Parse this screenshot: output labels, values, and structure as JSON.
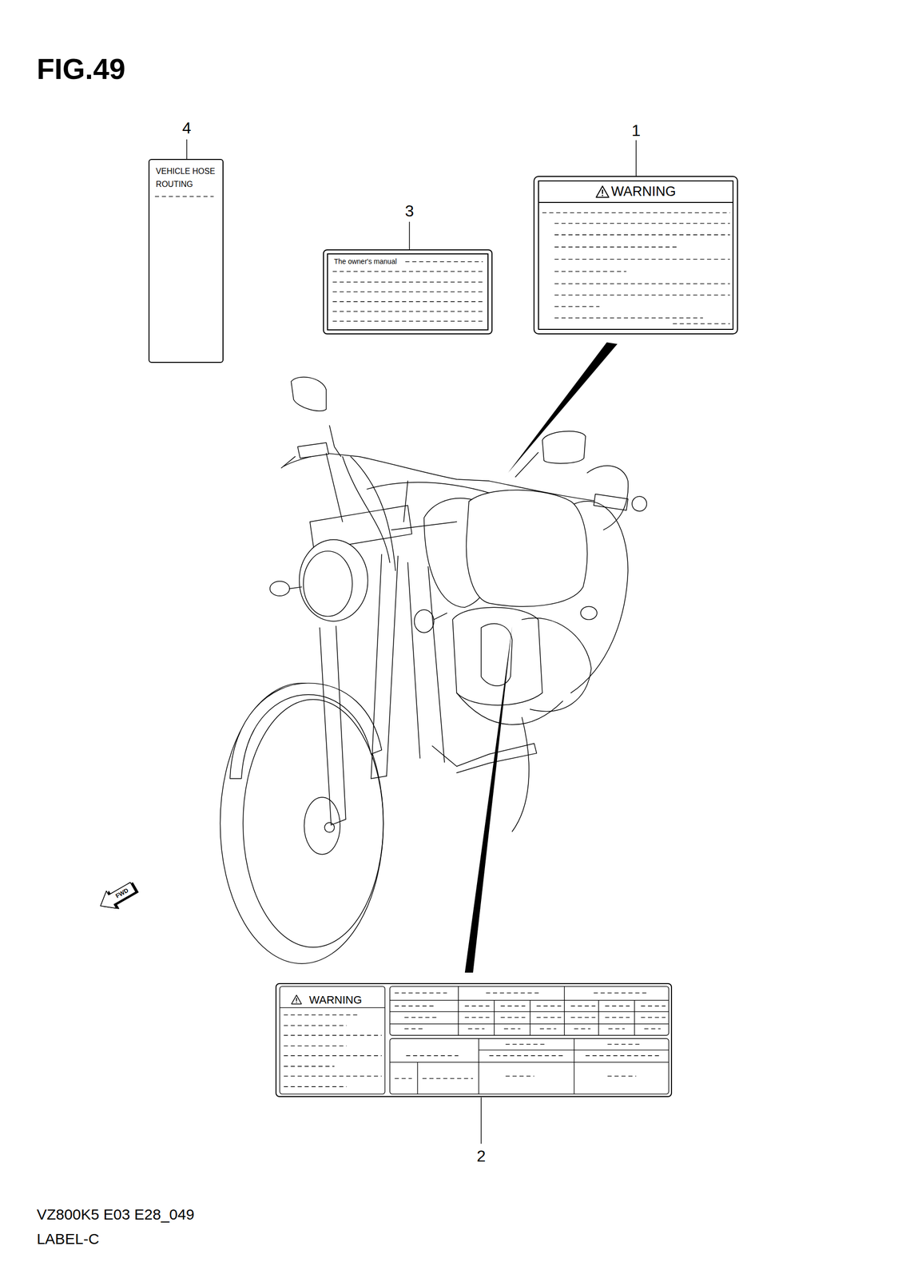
{
  "diagram": {
    "title": "FIG.49",
    "caption": "VZ800K5 E03 E28_049",
    "nodes": [
      {
        "text": [
          "VEHICLE HOSE ROUTING"
        ]
      },
      {
        "text": [
          "WARNING"
        ]
      },
      {
        "text": [
          "The owner's manual"
        ]
      },
      {
        "text": [
          "WARNING"
        ]
      }
    ],
    "labels": [
      "4",
      "1",
      "3",
      "FWD",
      "2",
      "LABEL-C"
    ]
  }
}
